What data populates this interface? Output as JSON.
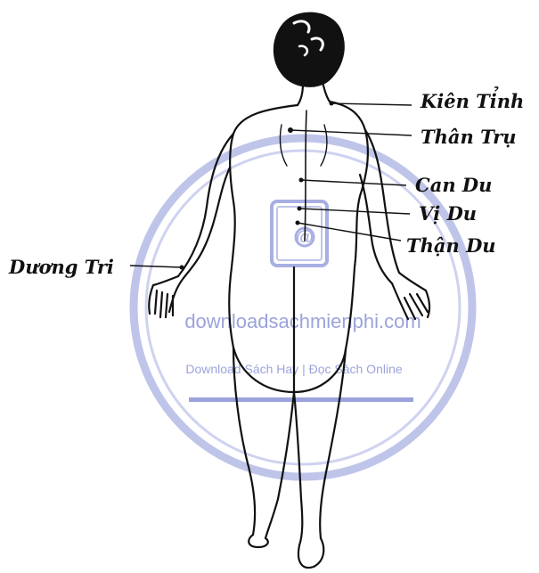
{
  "labels": {
    "kien_tinh": "Kiên Tỉnh",
    "than_tru": "Thân Trụ",
    "can_du": "Can Du",
    "vi_du": "Vị Du",
    "than_du": "Thận Du",
    "duong_tri": "Dương Tri"
  },
  "watermark": {
    "site": "downloadsachmienphi.com",
    "tagline": "Download Sách Hay | Đọc Sách Online",
    "icon": "book-at-icon",
    "color": "#8a93d6"
  },
  "colors": {
    "ink": "#111111",
    "background": "#ffffff"
  }
}
